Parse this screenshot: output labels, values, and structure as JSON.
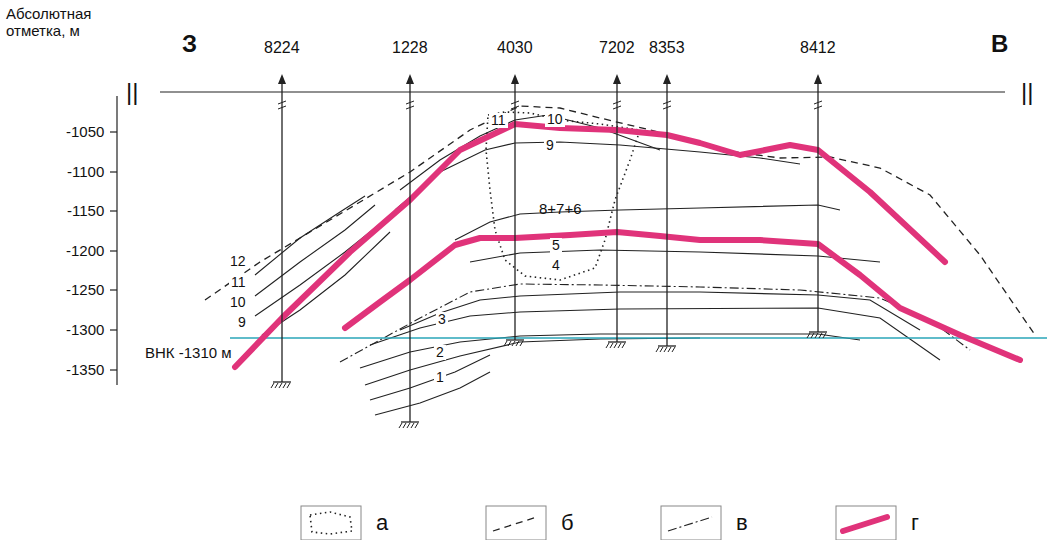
{
  "diagram": {
    "labels": [
      "Абсолютная отметка, м",
      "З",
      "В",
      "8224",
      "1228",
      "4030",
      "7202",
      "8353",
      "8412",
      "||",
      "||",
      "-1050",
      "-1100",
      "-1150",
      "-1200",
      "-1250",
      "-1300",
      "-1350",
      "12",
      "11",
      "10",
      "9",
      "11",
      "10",
      "9",
      "8+7+6",
      "5",
      "4",
      "3",
      "2",
      "1",
      "ВНК -1310 м"
    ],
    "legend": [
      {
        "text": "а"
      },
      {
        "text": "б"
      },
      {
        "text": "в"
      },
      {
        "text": "г"
      }
    ]
  }
}
